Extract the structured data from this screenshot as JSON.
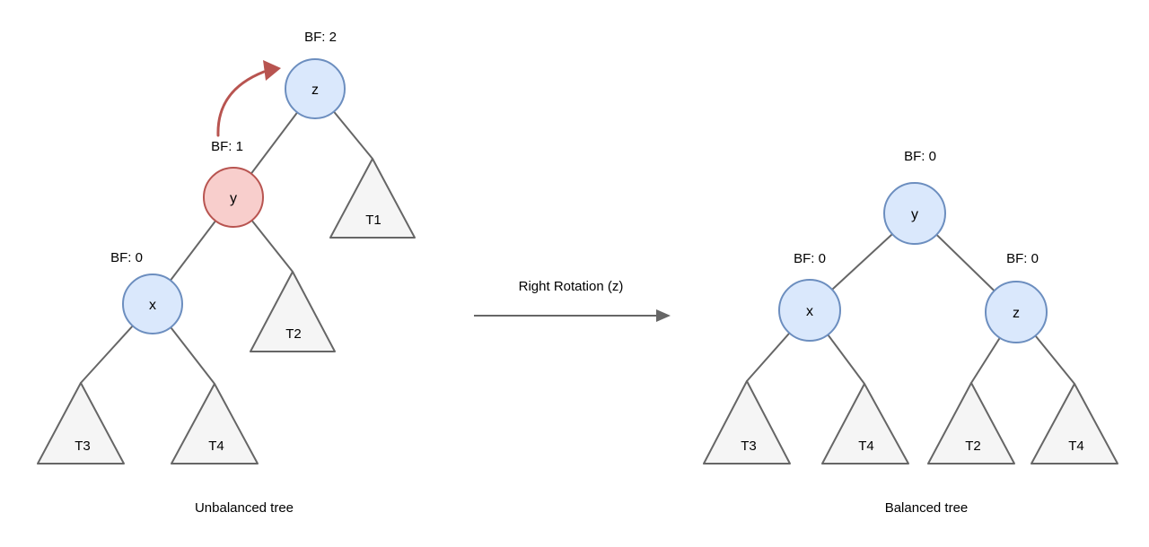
{
  "diagram": {
    "transition": {
      "label": "Right Rotation (z)"
    },
    "left_tree": {
      "caption": "Unbalanced tree",
      "nodes": [
        {
          "id": "z",
          "label": "z",
          "bf": "BF: 2",
          "color": "blue"
        },
        {
          "id": "y",
          "label": "y",
          "bf": "BF: 1",
          "color": "red"
        },
        {
          "id": "x",
          "label": "x",
          "bf": "BF: 0",
          "color": "blue"
        }
      ],
      "subtrees": [
        "T1",
        "T2",
        "T3",
        "T4"
      ]
    },
    "right_tree": {
      "caption": "Balanced tree",
      "nodes": [
        {
          "id": "y",
          "label": "y",
          "bf": "BF: 0",
          "color": "blue"
        },
        {
          "id": "x",
          "label": "x",
          "bf": "BF: 0",
          "color": "blue"
        },
        {
          "id": "z",
          "label": "z",
          "bf": "BF: 0",
          "color": "blue"
        }
      ],
      "subtrees": [
        "T3",
        "T4",
        "T2",
        "T4"
      ]
    },
    "colors": {
      "node_blue_fill": "#dae8fc",
      "node_blue_stroke": "#6c8ebf",
      "node_red_fill": "#f8cecc",
      "node_red_stroke": "#b85450",
      "subtree_fill": "#f5f5f5",
      "subtree_stroke": "#666666",
      "edge": "#666666",
      "rotation_arrow": "#b85450",
      "text": "#000000"
    }
  }
}
